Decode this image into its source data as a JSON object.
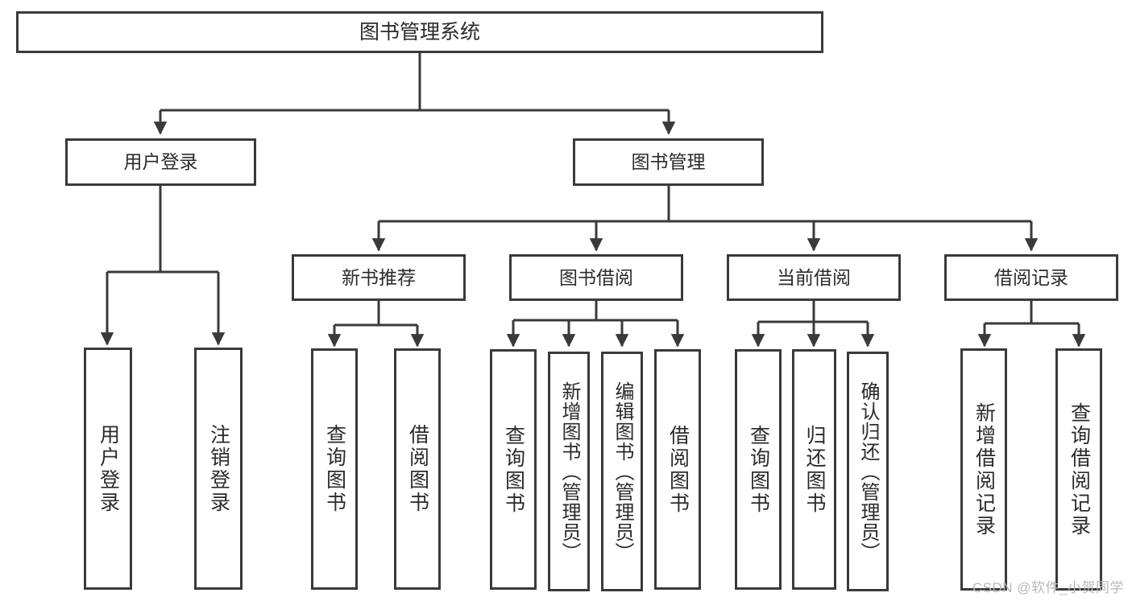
{
  "diagram": {
    "type": "tree",
    "title": "图书管理系统",
    "orientation": "top-down",
    "line_color": "#3a3a3a",
    "box_fill": "#ffffff",
    "text_color": "#2b2b2b",
    "root": {
      "id": "root",
      "label": "图书管理系统"
    },
    "level1": [
      {
        "id": "user-login",
        "label": "用户登录"
      },
      {
        "id": "book-manage",
        "label": "图书管理"
      }
    ],
    "level2": [
      {
        "id": "new-book-rec",
        "label": "新书推荐",
        "parent": "book-manage"
      },
      {
        "id": "book-borrow",
        "label": "图书借阅",
        "parent": "book-manage"
      },
      {
        "id": "current-borrow",
        "label": "当前借阅",
        "parent": "book-manage"
      },
      {
        "id": "borrow-record",
        "label": "借阅记录",
        "parent": "book-manage"
      }
    ],
    "leaves": [
      {
        "id": "leaf-user-login",
        "label": "用户登录",
        "parent": "user-login"
      },
      {
        "id": "leaf-logout-login",
        "label": "注销登录",
        "parent": "user-login"
      },
      {
        "id": "leaf-query-book-1",
        "label": "查询图书",
        "parent": "new-book-rec"
      },
      {
        "id": "leaf-borrow-book-1",
        "label": "借阅图书",
        "parent": "new-book-rec"
      },
      {
        "id": "leaf-query-book-2",
        "label": "查询图书",
        "parent": "book-borrow"
      },
      {
        "id": "leaf-add-book",
        "label": "新增图书（管理员）",
        "parent": "book-borrow"
      },
      {
        "id": "leaf-edit-book",
        "label": "编辑图书（管理员）",
        "parent": "book-borrow"
      },
      {
        "id": "leaf-borrow-book-2",
        "label": "借阅图书",
        "parent": "book-borrow"
      },
      {
        "id": "leaf-query-book-3",
        "label": "查询图书",
        "parent": "current-borrow"
      },
      {
        "id": "leaf-return-book",
        "label": "归还图书",
        "parent": "current-borrow"
      },
      {
        "id": "leaf-confirm-return",
        "label": "确认归还（管理员）",
        "parent": "current-borrow"
      },
      {
        "id": "leaf-add-record",
        "label": "新增借阅记录",
        "parent": "borrow-record"
      },
      {
        "id": "leaf-query-record",
        "label": "查询借阅记录",
        "parent": "borrow-record"
      }
    ]
  },
  "watermark": {
    "text": "CSDN @软件_小贺同学"
  }
}
